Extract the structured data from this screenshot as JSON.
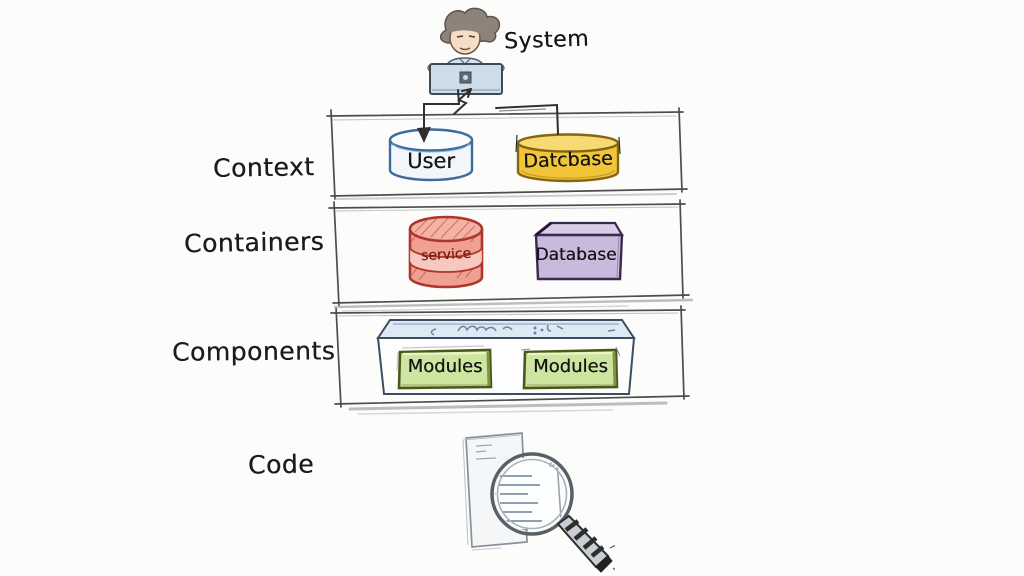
{
  "system": {
    "label": "System"
  },
  "rows": [
    {
      "label": "Context",
      "items": [
        {
          "type": "cylinder",
          "label": "User",
          "fill": "#f2f6fa",
          "stroke": "#3c6b9e"
        },
        {
          "type": "cylinder",
          "label": "Datcbase",
          "fill": "#f1c53a",
          "stroke": "#85650f"
        }
      ]
    },
    {
      "label": "Containers",
      "items": [
        {
          "type": "stacked-cylinder",
          "label": "service",
          "fill": "#efa092",
          "stroke": "#ad372c",
          "text_color": "#7c1f17"
        },
        {
          "type": "box-3d",
          "label": "Database",
          "fill": "#c9b9dc",
          "stroke": "#3a2950"
        }
      ]
    },
    {
      "label": "Components",
      "items": [
        {
          "type": "box",
          "label": "Modules",
          "fill": "#cde5a0",
          "stroke": "#4b581c"
        },
        {
          "type": "box",
          "label": "Modules",
          "fill": "#cde5a0",
          "stroke": "#4b581c"
        }
      ],
      "container_band_fill": "#dde9f4"
    },
    {
      "label": "Code",
      "items": []
    }
  ],
  "icons": {
    "person": "person-at-laptop-icon",
    "document": "code-document-icon",
    "magnifier": "magnifying-glass-icon",
    "scribble": "illegible-scribble-text",
    "arrow_down": "arrow-down-connector",
    "lightning": "lightning-arrow"
  },
  "style": {
    "background": "#fcfcfa",
    "ink": "#4d4d4d",
    "connector_ink": "#2f2f2f",
    "label_color": "#1c1c1c",
    "shadow_gray": "#bdbdbd"
  }
}
